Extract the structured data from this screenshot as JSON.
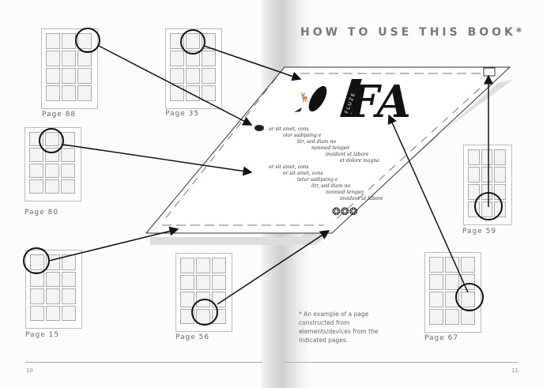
{
  "header": {
    "title": "HOW TO USE THIS BOOK*"
  },
  "thumbnails": [
    {
      "id": "p88",
      "caption": "Page 88"
    },
    {
      "id": "p35",
      "caption": "Page 35"
    },
    {
      "id": "p80",
      "caption": "Page 80"
    },
    {
      "id": "p15",
      "caption": "Page 15"
    },
    {
      "id": "p56",
      "caption": "Page 56"
    },
    {
      "id": "p59",
      "caption": "Page 59"
    },
    {
      "id": "p67",
      "caption": "Page 67"
    }
  ],
  "example": {
    "logo_text": "FA",
    "vertical_text": "FLUZE",
    "body_lines": [
      "or sit amet, cons",
      "olor sadipsing e",
      "litr, sed diam no",
      "nonmod tempor",
      "invidunt ut labore",
      "et dolore magna",
      "or sit amet, cons",
      "or sit amet, cons",
      "tetur sadipsing e",
      "litr, sed diam no",
      "nonmod tempor",
      "invidunt ut labore"
    ],
    "ornament": "❂❂❂"
  },
  "footnote": "* An example of a page constructed from elements/devices from the indicated pages.",
  "footer": {
    "left_page": "10",
    "right_page": "11"
  }
}
